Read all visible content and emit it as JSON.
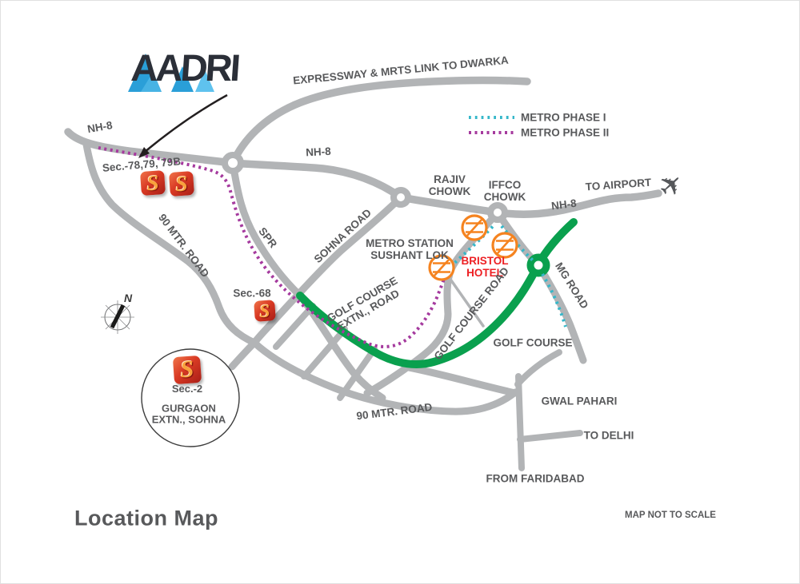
{
  "brand": {
    "name": "AADRI"
  },
  "title": "Location Map",
  "footnote": "MAP NOT TO SCALE",
  "legend": {
    "phase1_label": "METRO PHASE I",
    "phase2_label": "METRO PHASE II"
  },
  "compass": {
    "north": "N"
  },
  "icons": {
    "airplane": "✈",
    "site_marker": "S"
  },
  "labels": {
    "expressway": "EXPRESSWAY & MRTS LINK TO DWARKA",
    "nh8_left": "NH-8",
    "nh8_mid": "NH-8",
    "nh8_right": "NH-8",
    "rajiv_chowk": "RAJIV CHOWK",
    "iffco_chowk": "IFFCO CHOWK",
    "to_airport": "TO AIRPORT",
    "metro_station": "METRO STATION SUSHANT LOK",
    "bristol_hotel": "BRISTOL HOTEL",
    "golf_course_road": "GOLF COURSE ROAD",
    "golf_course_extn": "GOLF COURSE EXTN., ROAD",
    "mg_road": "MG ROAD",
    "golf_course": "GOLF COURSE",
    "gwal_pahari": "GWAL PAHARI",
    "to_delhi": "TO DELHI",
    "from_faridabad": "FROM FARIDABAD",
    "ninety_mtr_left": "90 MTR. ROAD",
    "ninety_mtr_bottom": "90 MTR. ROAD",
    "sohna_road": "SOHNA ROAD",
    "spr": "SPR",
    "sec_78": "Sec.-78,79, 79B",
    "sec_68": "Sec.-68",
    "sec_2": "Sec.-2",
    "gurgaon_extn": "GURGAON EXTN., SOHNA"
  },
  "colors": {
    "road_gray": "#b2b4b6",
    "green_road": "#0aa04e",
    "metro_phase1": "#35b7c9",
    "metro_phase2": "#a53a9e",
    "metro_icon_orange": "#f5831f",
    "label_gray": "#58595b",
    "hotel_red": "#ed2024",
    "logo_blue": "#2a9fd8",
    "logo_dark": "#2b2f38",
    "site_marker_red": "#d93a24"
  }
}
